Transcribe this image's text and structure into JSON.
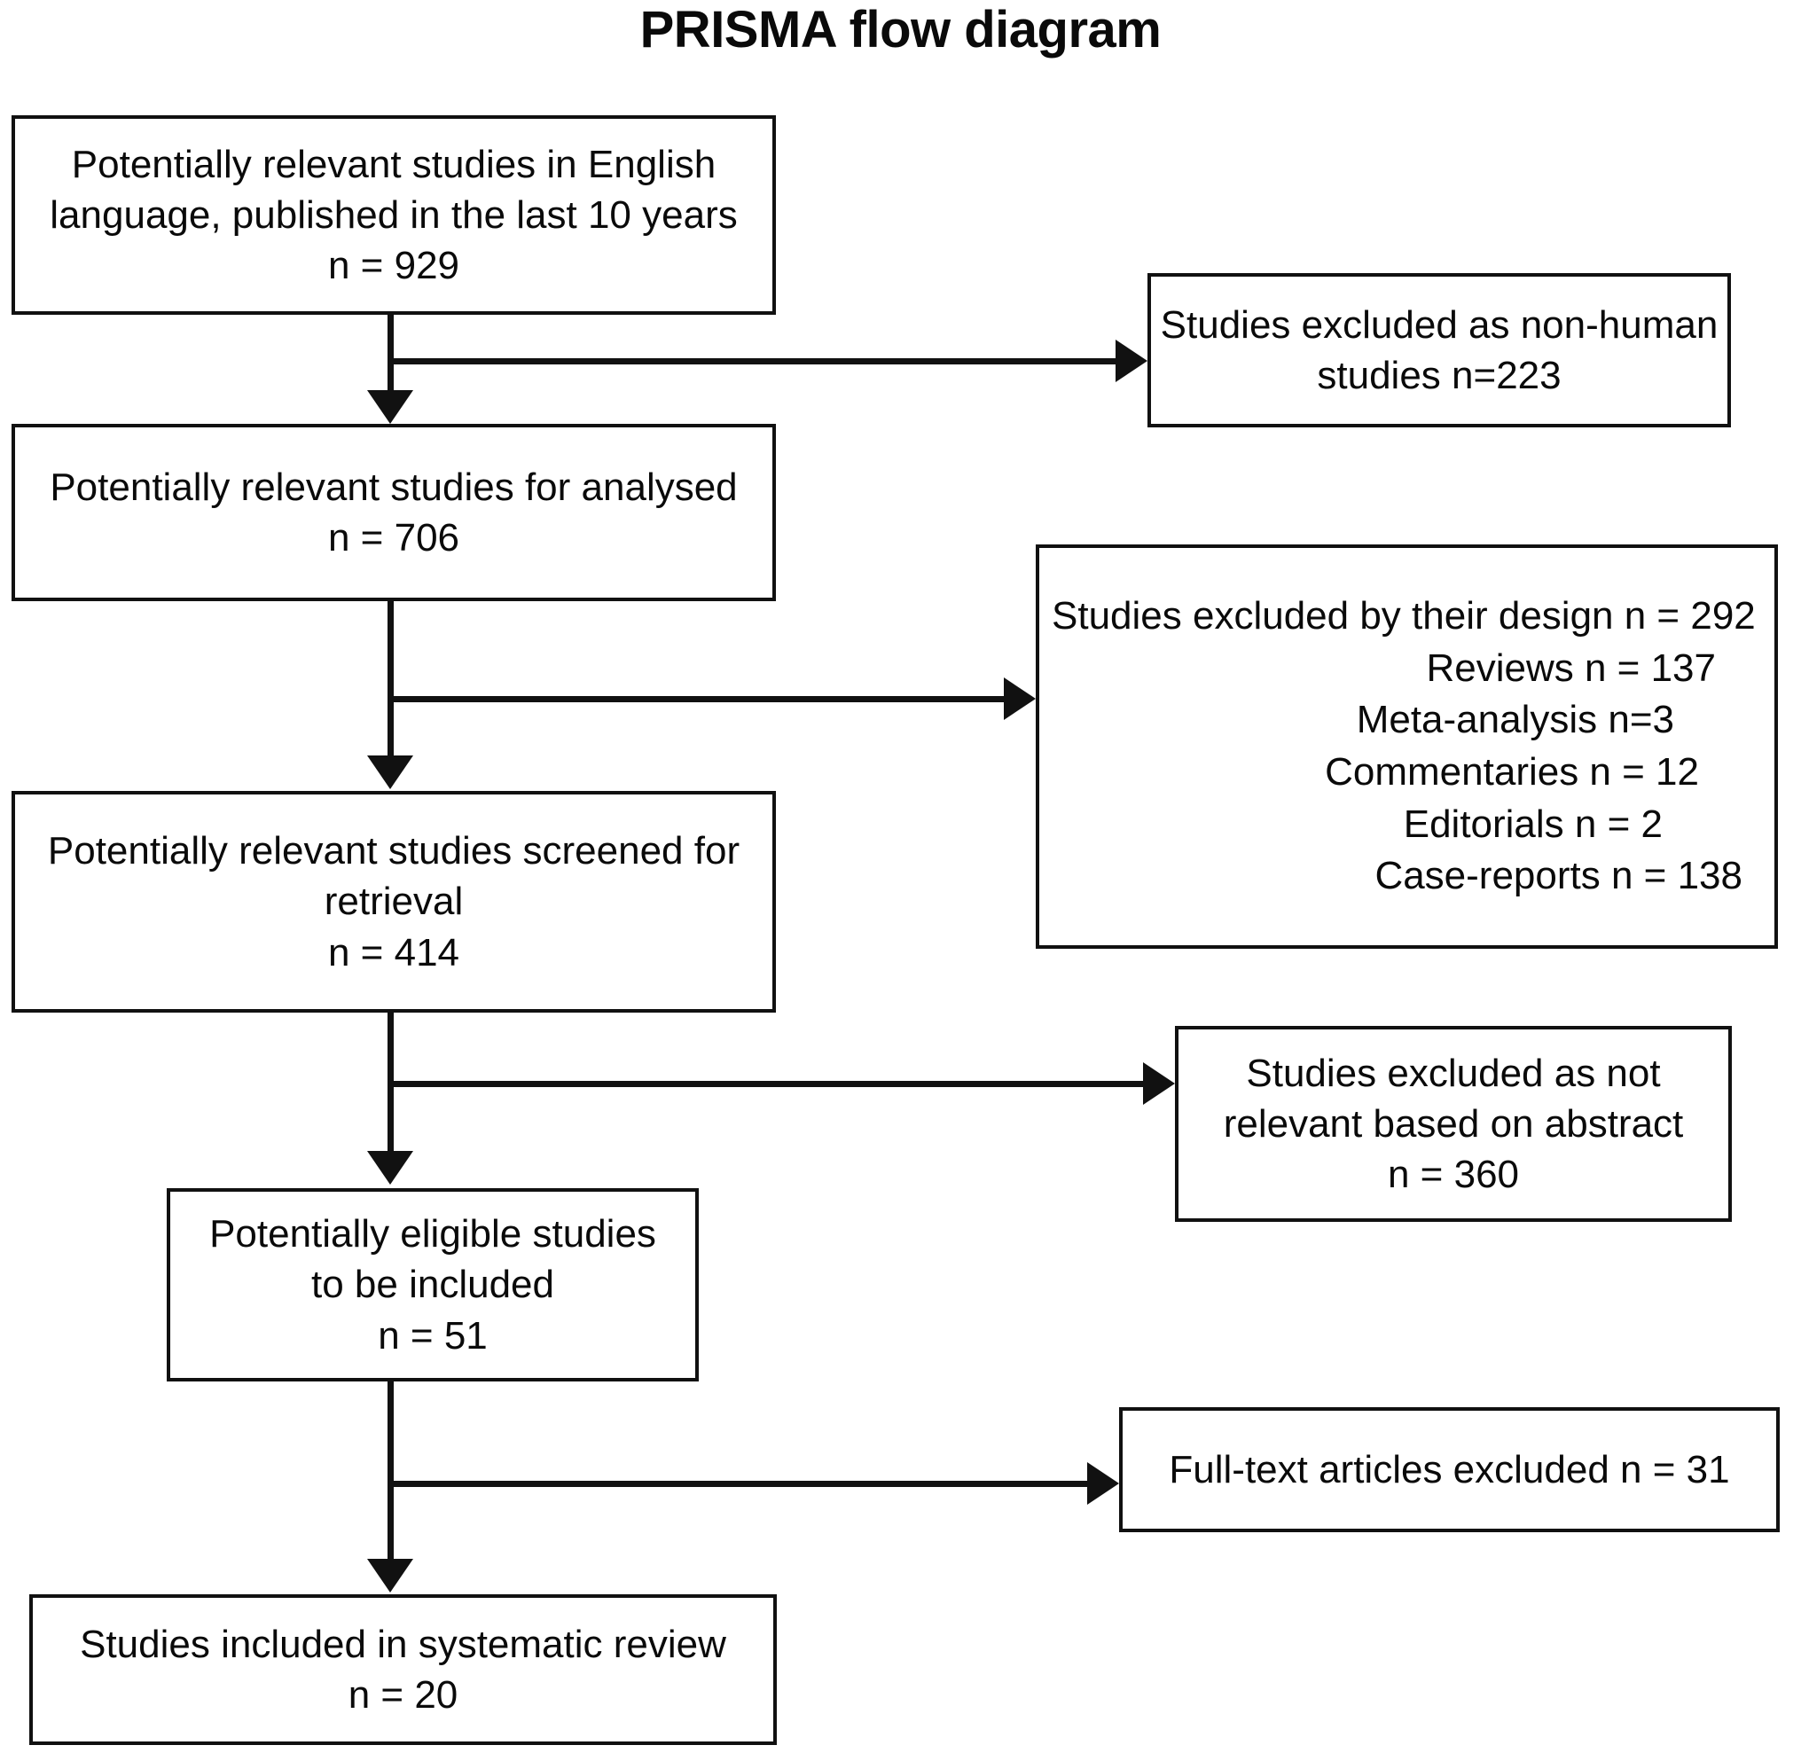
{
  "title": "PRISMA flow diagram",
  "diagram": {
    "type": "flowchart",
    "orientation": "top-to-bottom with right-hand exclusion branches",
    "nodes": [
      {
        "id": "identified",
        "name": "potentially-relevant-studies-box",
        "lines": [
          "Potentially relevant studies in English",
          "language, published in the last 10 years",
          "n = 929"
        ],
        "n": 929
      },
      {
        "id": "nonhuman",
        "name": "excluded-non-human-box",
        "lines": [
          "Studies excluded as non-human",
          "studies n=223"
        ],
        "n": 223
      },
      {
        "id": "analysed",
        "name": "studies-for-analysed-box",
        "lines": [
          "Potentially relevant studies for analysed",
          "n = 706"
        ],
        "n": 706
      },
      {
        "id": "design",
        "name": "excluded-by-design-box",
        "lines": [
          "Studies excluded by their design n = 292",
          "Reviews  n = 137",
          "Meta-analysis n=3",
          "Commentaries  n =  12",
          "Editorials   n = 2",
          "Case-reports   n = 138"
        ],
        "n": 292,
        "breakdown": [
          {
            "label": "Reviews",
            "n": 137
          },
          {
            "label": "Meta-analysis",
            "n": 3
          },
          {
            "label": "Commentaries",
            "n": 12
          },
          {
            "label": "Editorials",
            "n": 2
          },
          {
            "label": "Case-reports",
            "n": 138
          }
        ]
      },
      {
        "id": "screened",
        "name": "screened-for-retrieval-box",
        "lines": [
          "Potentially relevant studies screened for",
          "retrieval",
          "n = 414"
        ],
        "n": 414
      },
      {
        "id": "abstract",
        "name": "excluded-not-relevant-abstract-box",
        "lines": [
          "Studies excluded as not",
          "relevant based on abstract",
          "n = 360"
        ],
        "n": 360
      },
      {
        "id": "eligible",
        "name": "potentially-eligible-box",
        "lines": [
          "Potentially eligible studies",
          "to be included",
          "n = 51"
        ],
        "n": 51
      },
      {
        "id": "fulltext",
        "name": "full-text-excluded-box",
        "lines": [
          "Full-text articles excluded n = 31"
        ],
        "n": 31
      },
      {
        "id": "included",
        "name": "included-in-systematic-review-box",
        "lines": [
          "Studies included in systematic review",
          "n = 20"
        ],
        "n": 20
      }
    ],
    "edges": [
      {
        "from": "identified",
        "to": "analysed",
        "kind": "down"
      },
      {
        "from": "identified",
        "to": "nonhuman",
        "kind": "right"
      },
      {
        "from": "analysed",
        "to": "screened",
        "kind": "down"
      },
      {
        "from": "analysed",
        "to": "design",
        "kind": "right"
      },
      {
        "from": "screened",
        "to": "eligible",
        "kind": "down"
      },
      {
        "from": "screened",
        "to": "abstract",
        "kind": "right"
      },
      {
        "from": "eligible",
        "to": "included",
        "kind": "down"
      },
      {
        "from": "eligible",
        "to": "fulltext",
        "kind": "right"
      }
    ]
  },
  "colors": {
    "ink": "#111111",
    "background": "#ffffff"
  }
}
